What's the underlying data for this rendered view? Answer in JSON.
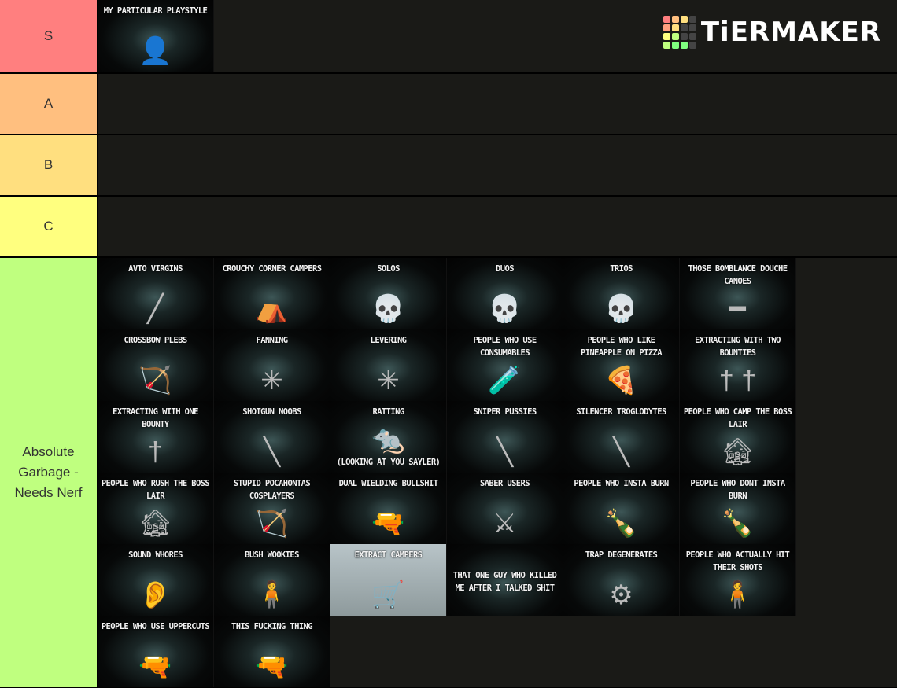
{
  "logo": "TiERMAKER",
  "colors": {
    "S": "#ff7f7f",
    "A": "#ffbf7f",
    "B": "#ffdf7f",
    "C": "#ffff7f",
    "G": "#bfff7f"
  },
  "tiers": [
    {
      "label": "S",
      "items": [
        {
          "caption": "My particular playstyle",
          "icon": "hooded-figure-icon",
          "glyph": "👤"
        }
      ]
    },
    {
      "label": "A",
      "items": []
    },
    {
      "label": "B",
      "items": []
    },
    {
      "label": "C",
      "items": []
    },
    {
      "label": "Absolute Garbage - Needs Nerf",
      "items": [
        {
          "caption": "Avto Virgins",
          "icon": "rifle-icon",
          "glyph": "╱"
        },
        {
          "caption": "Crouchy Corner Campers",
          "icon": "tent-icon",
          "glyph": "⛺"
        },
        {
          "caption": "Solos",
          "icon": "skull-icon",
          "glyph": "💀"
        },
        {
          "caption": "Duos",
          "icon": "skull-icon",
          "glyph": "💀"
        },
        {
          "caption": "Trios",
          "icon": "skull-icon",
          "glyph": "💀"
        },
        {
          "caption": "Those Bomblance Douche Canoes",
          "icon": "lance-icon",
          "glyph": "━"
        },
        {
          "caption": "Crossbow Plebs",
          "icon": "crossbow-icon",
          "glyph": "🏹"
        },
        {
          "caption": "Fanning",
          "icon": "heart-icon",
          "glyph": "✳"
        },
        {
          "caption": "Levering",
          "icon": "brain-icon",
          "glyph": "✳"
        },
        {
          "caption": "People who use consumables",
          "icon": "consumables-icon",
          "glyph": "🧪"
        },
        {
          "caption": "People who like pineapple on pizza",
          "icon": "pizza-icon",
          "glyph": "🍕"
        },
        {
          "caption": "Extracting with two bounties",
          "icon": "bounty-icon",
          "glyph": "†  †"
        },
        {
          "caption": "Extracting with one bounty",
          "icon": "bounty-icon",
          "glyph": "†"
        },
        {
          "caption": "Shotgun Noobs",
          "icon": "shotgun-icon",
          "glyph": "╲"
        },
        {
          "caption": "Ratting",
          "icon": "rat-icon",
          "glyph": "🐀",
          "sub": "(Looking at you Sayler)"
        },
        {
          "caption": "Sniper Pussies",
          "icon": "sniper-icon",
          "glyph": "╲"
        },
        {
          "caption": "Silencer Troglodytes",
          "icon": "silencer-rifle-icon",
          "glyph": "╲"
        },
        {
          "caption": "People who camp the boss lair",
          "icon": "house-icon",
          "glyph": "🏚"
        },
        {
          "caption": "People who rush the boss lair",
          "icon": "house-icon",
          "glyph": "🏚"
        },
        {
          "caption": "Stupid Pocahontas cosplayers",
          "icon": "bow-icon",
          "glyph": "🏹"
        },
        {
          "caption": "Dual wielding bullshit",
          "icon": "pistols-icon",
          "glyph": "🔫"
        },
        {
          "caption": "Saber users",
          "icon": "saber-icon",
          "glyph": "⚔"
        },
        {
          "caption": "People who insta burn",
          "icon": "bottle-icon",
          "glyph": "🍾"
        },
        {
          "caption": "People who dont insta burn",
          "icon": "bottle-icon",
          "glyph": "🍾"
        },
        {
          "caption": "Sound Whores",
          "icon": "ear-icon",
          "glyph": "👂"
        },
        {
          "caption": "Bush Wookies",
          "icon": "hunter-icon",
          "glyph": "🧍"
        },
        {
          "caption": "Extract Campers",
          "icon": "wagon-icon",
          "glyph": "🛒",
          "light": true
        },
        {
          "caption": "That one guy who killed me after I talked shit",
          "icon": "",
          "glyph": "",
          "mid": true
        },
        {
          "caption": "Trap Degenerates",
          "icon": "trap-icon",
          "glyph": "⚙"
        },
        {
          "caption": "People who actually hit their shots",
          "icon": "hunter-icon",
          "glyph": "🧍"
        },
        {
          "caption": "People who use uppercuts",
          "icon": "revolver-icon",
          "glyph": "🔫"
        },
        {
          "caption": "This fucking thing",
          "icon": "pistol-icon",
          "glyph": "🔫"
        }
      ]
    }
  ]
}
